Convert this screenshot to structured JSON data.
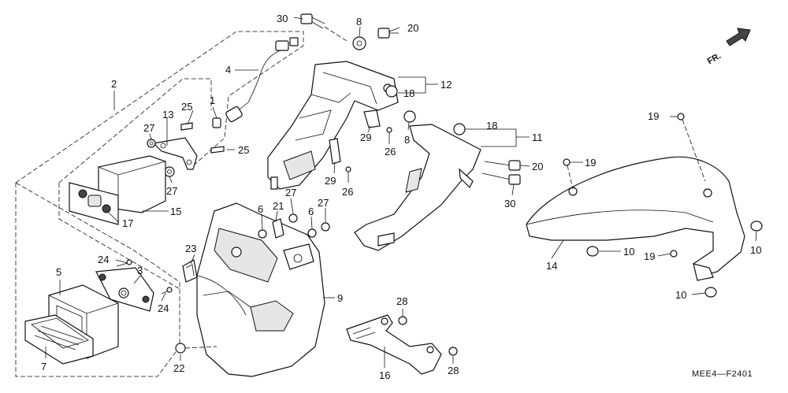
{
  "diagram": {
    "direction_indicator": "FR.",
    "drawing_code": "MEE4—F2401",
    "callouts": [
      {
        "id": "c1",
        "text": "1"
      },
      {
        "id": "c2",
        "text": "2"
      },
      {
        "id": "c3",
        "text": "3"
      },
      {
        "id": "c4",
        "text": "4"
      },
      {
        "id": "c5",
        "text": "5"
      },
      {
        "id": "c6a",
        "text": "6"
      },
      {
        "id": "c6b",
        "text": "6"
      },
      {
        "id": "c7",
        "text": "7"
      },
      {
        "id": "c8a",
        "text": "8"
      },
      {
        "id": "c8b",
        "text": "8"
      },
      {
        "id": "c9",
        "text": "9"
      },
      {
        "id": "c10a",
        "text": "10"
      },
      {
        "id": "c10b",
        "text": "10"
      },
      {
        "id": "c10c",
        "text": "10"
      },
      {
        "id": "c11",
        "text": "11"
      },
      {
        "id": "c12",
        "text": "12"
      },
      {
        "id": "c13",
        "text": "13"
      },
      {
        "id": "c14",
        "text": "14"
      },
      {
        "id": "c15",
        "text": "15"
      },
      {
        "id": "c16",
        "text": "16"
      },
      {
        "id": "c17",
        "text": "17"
      },
      {
        "id": "c18a",
        "text": "18"
      },
      {
        "id": "c18b",
        "text": "18"
      },
      {
        "id": "c19a",
        "text": "19"
      },
      {
        "id": "c19b",
        "text": "19"
      },
      {
        "id": "c19c",
        "text": "19"
      },
      {
        "id": "c20a",
        "text": "20"
      },
      {
        "id": "c20b",
        "text": "20"
      },
      {
        "id": "c21",
        "text": "21"
      },
      {
        "id": "c22",
        "text": "22"
      },
      {
        "id": "c23",
        "text": "23"
      },
      {
        "id": "c24a",
        "text": "24"
      },
      {
        "id": "c24b",
        "text": "24"
      },
      {
        "id": "c25a",
        "text": "25"
      },
      {
        "id": "c25b",
        "text": "25"
      },
      {
        "id": "c26a",
        "text": "26"
      },
      {
        "id": "c26b",
        "text": "26"
      },
      {
        "id": "c27a",
        "text": "27"
      },
      {
        "id": "c27b",
        "text": "27"
      },
      {
        "id": "c27c",
        "text": "27"
      },
      {
        "id": "c27d",
        "text": "27"
      },
      {
        "id": "c28a",
        "text": "28"
      },
      {
        "id": "c28b",
        "text": "28"
      },
      {
        "id": "c29a",
        "text": "29"
      },
      {
        "id": "c29b",
        "text": "29"
      },
      {
        "id": "c30a",
        "text": "30"
      },
      {
        "id": "c30b",
        "text": "30"
      }
    ]
  }
}
